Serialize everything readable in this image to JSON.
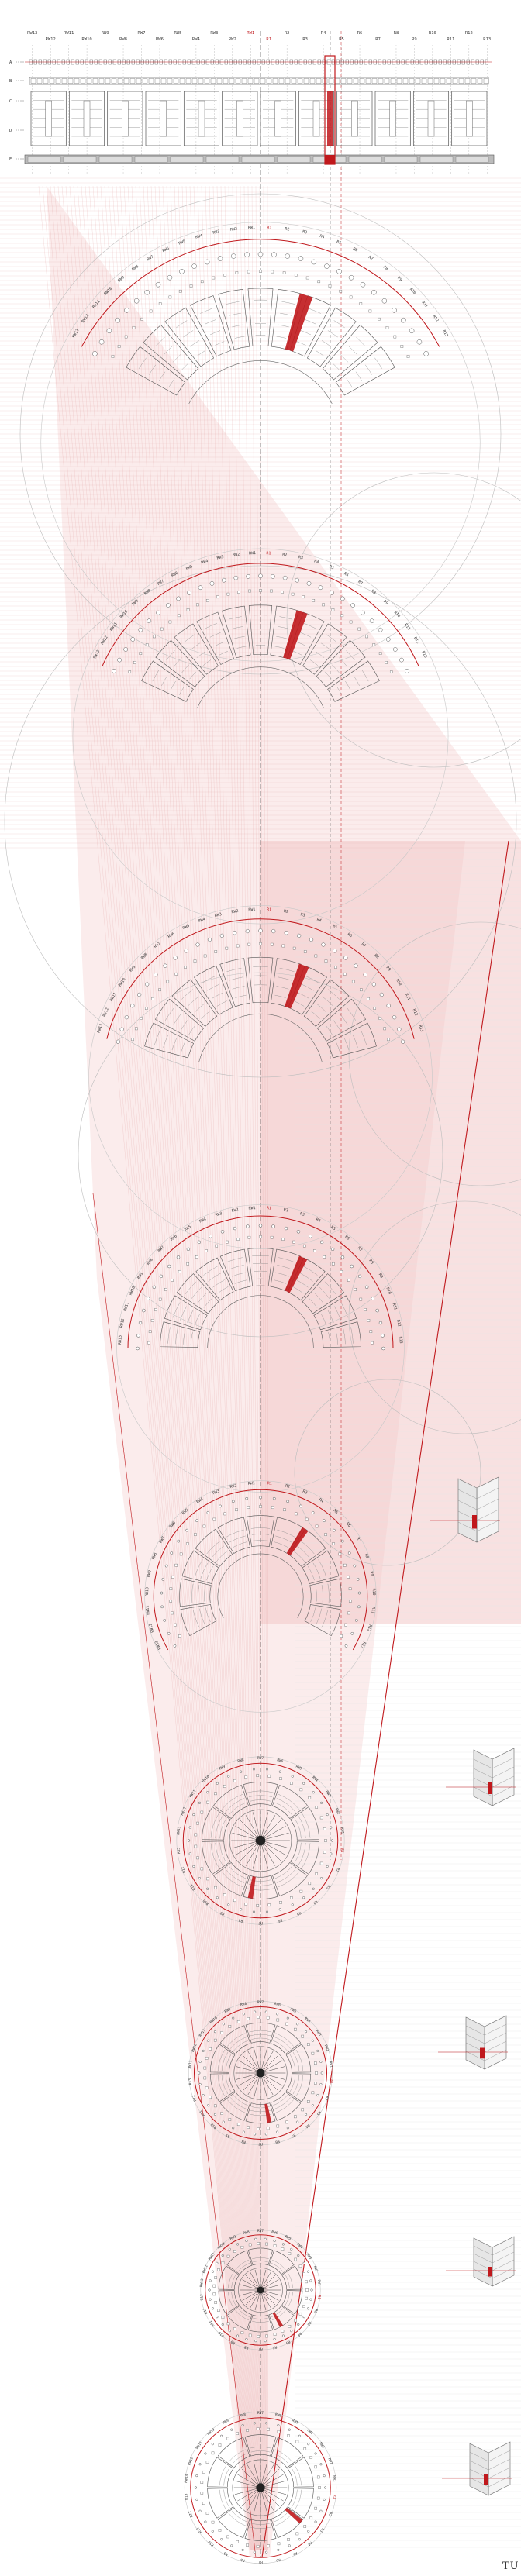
{
  "sheet": {
    "corner_mark": "TU"
  },
  "colors": {
    "ink": "#3a3a3a",
    "accent": "#c0181c",
    "wash": "#f3c9c9",
    "paper": "#ffffff"
  },
  "elevation": {
    "top_labels": [
      "RW13",
      "RW12",
      "RW11",
      "RW10",
      "RW9",
      "RW8",
      "RW7",
      "RW6",
      "RW5",
      "RW4",
      "RW3",
      "RW2",
      "RW1",
      "R1",
      "R2",
      "R3",
      "R4",
      "R5",
      "R6",
      "R7",
      "R8",
      "R9",
      "R10",
      "R11",
      "R12",
      "R13"
    ],
    "row_markers": [
      "A",
      "B",
      "C",
      "D",
      "E"
    ]
  },
  "radial_stages": [
    {
      "labels": [
        "RW13",
        "RW12",
        "RW11",
        "RW10",
        "RW9",
        "RW8",
        "RW7",
        "RW6",
        "RW5",
        "RW4",
        "RW3",
        "RW2",
        "RW1",
        "R1",
        "R2",
        "R3",
        "R4",
        "R5",
        "R6",
        "R7",
        "R8",
        "R9",
        "R10",
        "R11",
        "R12",
        "R13"
      ]
    },
    {
      "labels": [
        "RW13",
        "RW12",
        "RW11",
        "RW10",
        "RW9",
        "RW8",
        "RW7",
        "RW6",
        "RW5",
        "RW4",
        "RW3",
        "RW2",
        "RW1",
        "R1",
        "R2",
        "R3",
        "R4",
        "R5",
        "R6",
        "R7",
        "R8",
        "R9",
        "R10",
        "R11",
        "R12",
        "R13"
      ]
    },
    {
      "labels": [
        "RW13",
        "RW12",
        "RW11",
        "RW10",
        "RW9",
        "RW8",
        "RW7",
        "RW6",
        "RW5",
        "RW4",
        "RW3",
        "RW2",
        "RW1",
        "R1",
        "R2",
        "R3",
        "R4",
        "R5",
        "R6",
        "R7",
        "R8",
        "R9",
        "R10",
        "R11",
        "R12",
        "R13"
      ]
    },
    {
      "labels": [
        "RW13",
        "RW12",
        "RW11",
        "RW10",
        "RW9",
        "RW8",
        "RW7",
        "RW6",
        "RW5",
        "RW4",
        "RW3",
        "RW2",
        "RW1",
        "R1",
        "R2",
        "R3",
        "R4",
        "R5",
        "R6",
        "R7",
        "R8",
        "R9",
        "R10",
        "R11",
        "R12",
        "R13"
      ]
    },
    {
      "labels": [
        "RW13",
        "RW12",
        "RW11",
        "RW10",
        "RW9",
        "RW8",
        "RW7",
        "RW6",
        "RW5",
        "RW4",
        "RW3",
        "RW2",
        "RW1",
        "R1",
        "R2",
        "R3",
        "R4",
        "R5",
        "R6",
        "R7",
        "R8",
        "R9",
        "R10",
        "R11",
        "R12",
        "R13"
      ]
    },
    {
      "labels": [
        "RW13",
        "RW12",
        "RW11",
        "RW10",
        "RW9",
        "RW8",
        "RW7",
        "RW6",
        "RW5",
        "RW4",
        "RW3",
        "RW2",
        "RW1",
        "R1",
        "R2",
        "R3",
        "R4",
        "R5",
        "R6",
        "R7",
        "R8",
        "R9",
        "R10",
        "R11",
        "R12",
        "R13"
      ]
    },
    {
      "labels": [
        "RW13",
        "RW12",
        "RW11",
        "RW10",
        "RW9",
        "RW8",
        "RW7",
        "RW6",
        "RW5",
        "RW4",
        "RW3",
        "RW2",
        "RW1",
        "R1",
        "R2",
        "R3",
        "R4",
        "R5",
        "R6",
        "R7",
        "R8",
        "R9",
        "R10",
        "R11",
        "R12",
        "R13"
      ]
    },
    {
      "labels": [
        "RW13",
        "RW12",
        "RW11",
        "RW10",
        "RW9",
        "RW8",
        "RW7",
        "RW6",
        "RW5",
        "RW4",
        "RW3",
        "RW2",
        "RW1",
        "R1",
        "R2",
        "R3",
        "R4",
        "R5",
        "R6",
        "R7",
        "R8",
        "R9",
        "R10",
        "R11",
        "R12",
        "R13"
      ]
    },
    {
      "labels": [
        "RW13",
        "RW12",
        "RW11",
        "RW10",
        "RW9",
        "RW8",
        "RW7",
        "RW6",
        "RW5",
        "RW4",
        "RW3",
        "RW2",
        "RW1",
        "R1",
        "R2",
        "R3",
        "R4",
        "R5",
        "R6",
        "R7",
        "R8",
        "R9",
        "R10",
        "R11",
        "R12",
        "R13"
      ]
    }
  ]
}
